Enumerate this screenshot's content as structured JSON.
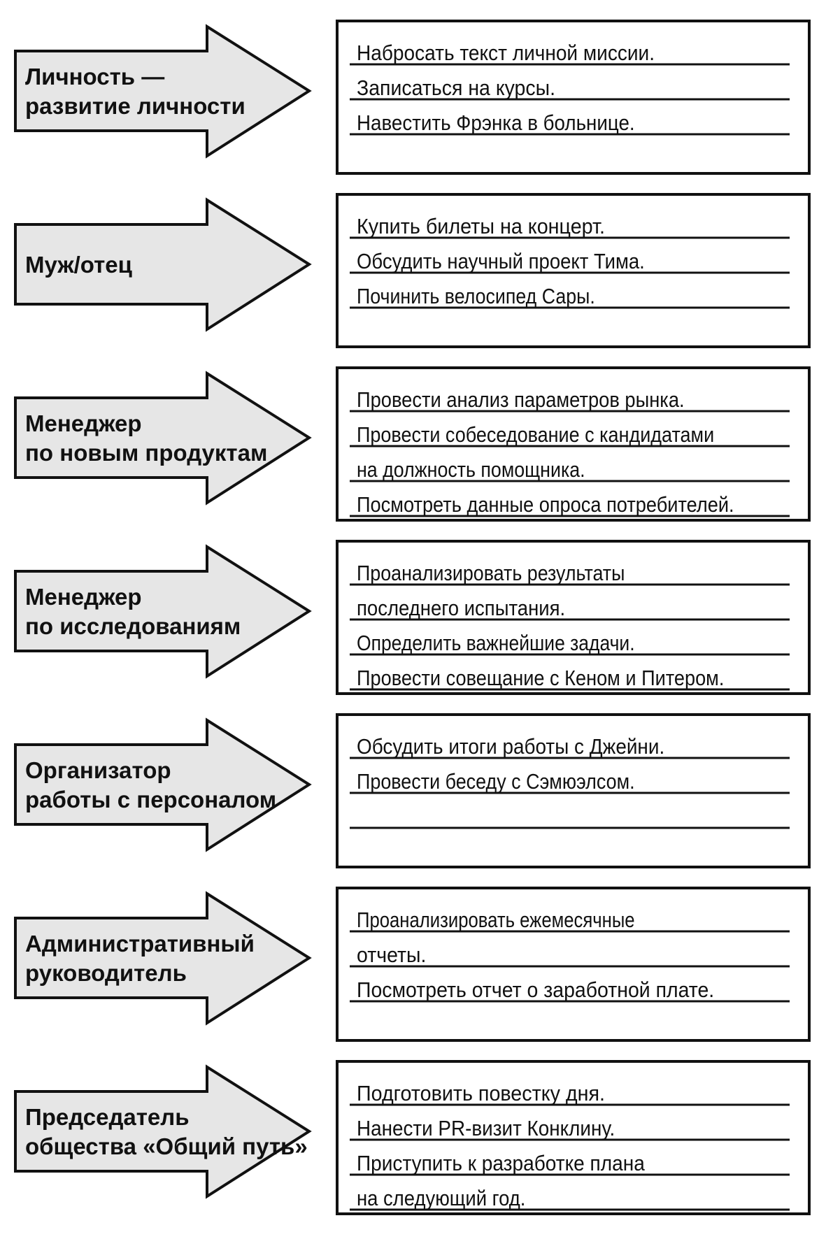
{
  "colors": {
    "arrow_fill": "#e6e6e6",
    "stroke": "#111111",
    "text": "#111111",
    "background": "#ffffff"
  },
  "rows": [
    {
      "role": [
        "Личность —",
        "развитие личности"
      ],
      "tasks": [
        "Набросать текст личной миссии.",
        "Записаться на курсы.",
        "Навестить Фрэнка в больнице."
      ]
    },
    {
      "role": [
        "Муж/отец"
      ],
      "tasks": [
        "Купить билеты на концерт.",
        "Обсудить научный проект Тима.",
        "Починить велосипед Сары."
      ]
    },
    {
      "role": [
        "Менеджер",
        "по новым продуктам"
      ],
      "tasks": [
        "Провести анализ параметров рынка.",
        "Провести собеседование с кандидатами",
        "на должность помощника.",
        "Посмотреть данные опроса потребителей."
      ]
    },
    {
      "role": [
        "Менеджер",
        "по исследованиям"
      ],
      "tasks": [
        "Проанализировать результаты",
        "последнего испытания.",
        "Определить важнейшие задачи.",
        "Провести совещание с Кеном и Питером."
      ]
    },
    {
      "role": [
        "Организатор",
        "работы с персоналом"
      ],
      "tasks": [
        "Обсудить итоги работы с Джейни.",
        "Провести беседу с Сэмюэлсом.",
        ""
      ]
    },
    {
      "role": [
        "Административный",
        "руководитель"
      ],
      "tasks": [
        "Проанализировать ежемесячные",
        "отчеты.",
        "Посмотреть отчет о заработной плате."
      ]
    },
    {
      "role": [
        "Председатель",
        "общества «Общий путь»"
      ],
      "tasks": [
        "Подготовить повестку дня.",
        "Нанести PR-визит Конклину.",
        "Приступить к разработке плана",
        "на следующий год."
      ]
    }
  ]
}
